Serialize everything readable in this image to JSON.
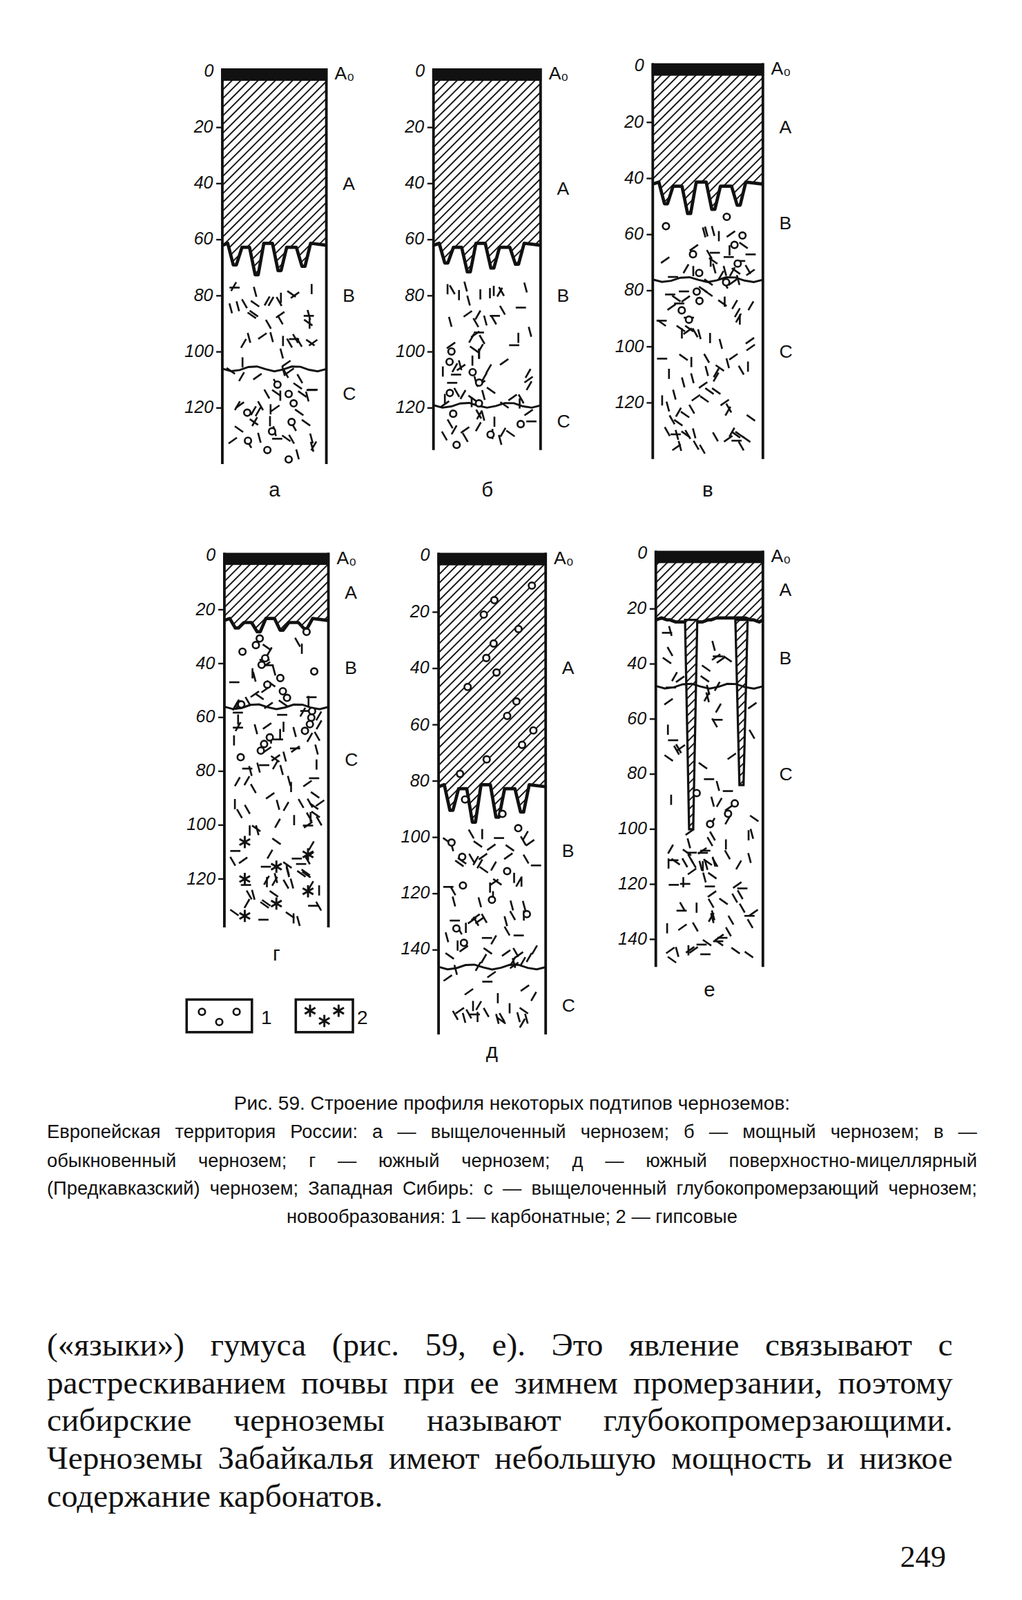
{
  "diagram": {
    "title": "Рис. 59. Строение профиля некоторых подтипов черноземов:",
    "caption": "Европейская территория России: а — выщелоченный чернозем; б — мощный чернозем; в — обыкновенный чернозем; г — южный чернозем; д — южный поверхностно-мицеллярный (Предкавказский) чернозем; Западная Сибирь: с — выщелоченный глубокопромерзающий чернозем; новообразования: 1 — карбонатные; 2 — гипсовые",
    "labels": [
      "0",
      "20",
      "40",
      "60",
      "80",
      "100",
      "120",
      "A₀",
      "A",
      "B",
      "C",
      "а",
      "0",
      "20",
      "40",
      "60",
      "80",
      "100",
      "120",
      "A₀",
      "A",
      "B",
      "C",
      "б",
      "0",
      "20",
      "40",
      "60",
      "80",
      "100",
      "120",
      "A₀",
      "A",
      "B",
      "C",
      "в",
      "0",
      "20",
      "40",
      "60",
      "80",
      "100",
      "120",
      "A₀",
      "A",
      "B",
      "C",
      "г",
      "0",
      "20",
      "40",
      "60",
      "80",
      "100",
      "120",
      "140",
      "A₀",
      "A",
      "B",
      "C",
      "д",
      "0",
      "20",
      "40",
      "60",
      "80",
      "100",
      "120",
      "140",
      "A₀",
      "A",
      "B",
      "C",
      "е",
      "(«языки») гумуса (рис. 59, е). Это явление связывают с растрескиванием почвы при ее зимнем промерзании, поэтому сибирские черноземы называют глубокопромерзающими. Черноземы Забайкалья имеют небольшую мощность и низкое содержание карбонатов.",
      "249"
    ],
    "legend": [
      {
        "text": "1"
      },
      {
        "text": "2"
      }
    ]
  }
}
